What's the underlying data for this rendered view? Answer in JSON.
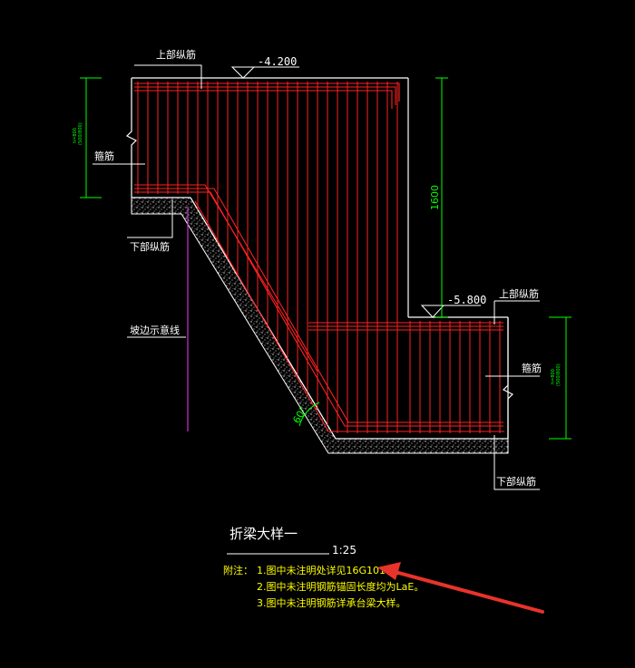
{
  "labels": {
    "top_bar_upper_left": "上部纵筋",
    "stirrup_left": "箍筋",
    "bottom_bar_lower_left": "下部纵筋",
    "excavation_line": "坡边示意线",
    "top_bar_upper_right": "上部纵筋",
    "stirrup_right": "箍筋",
    "bottom_bar_lower_right": "下部纵筋"
  },
  "levels": {
    "upper": "-4.200",
    "lower": "-5.800"
  },
  "dimensions": {
    "step_height": "1600",
    "slope_angle": "60°",
    "left_beam_height": "h=800",
    "left_beam_sub": "(500/800)",
    "right_beam_height": "h=800",
    "right_beam_sub": "(500/800)"
  },
  "title": {
    "name": "折梁大样一",
    "scale": "1:25"
  },
  "notes": {
    "prefix": "附注：",
    "items": [
      "1.图中未注明处详见16G101-3。",
      "2.图中未注明钢筋锚固长度均为LaE。",
      "3.图中未注明钢筋详承台梁大样。"
    ]
  },
  "colors": {
    "background": "#000000",
    "rebar": "#ff2020",
    "outline": "#ffffff",
    "dimension": "#00ff00",
    "excavation": "#cc33cc",
    "notes": "#ffff00",
    "arrow": "#e8332a"
  }
}
